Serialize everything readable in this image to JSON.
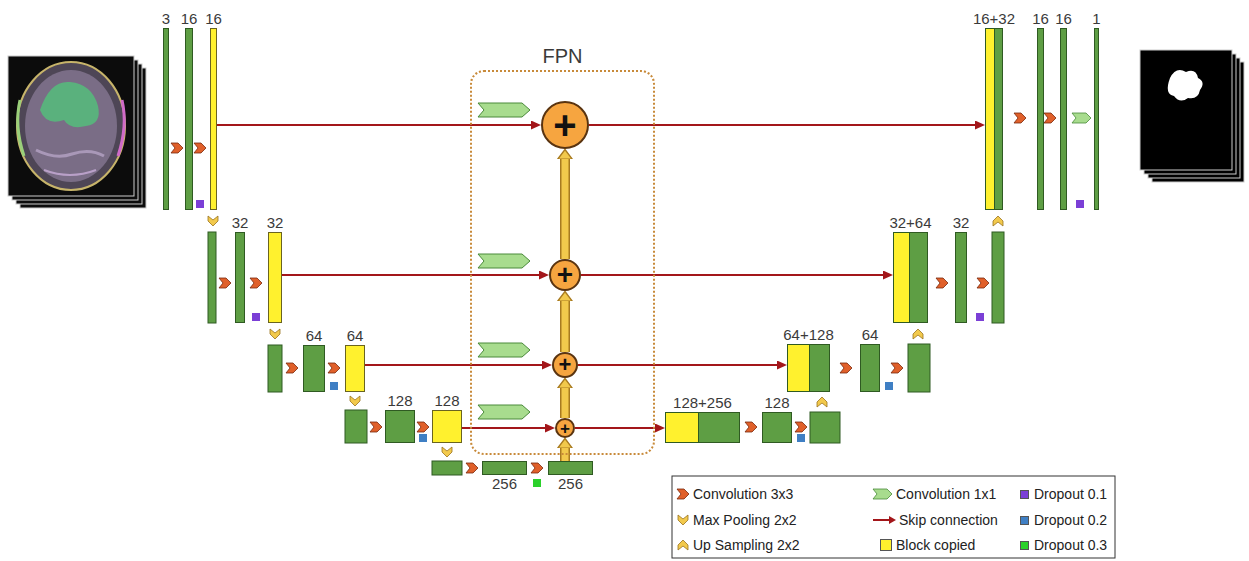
{
  "diagram": {
    "nodes": [
      {
        "text": [
          "3"
        ]
      },
      {
        "text": [
          "16"
        ]
      },
      {
        "text": [
          "16"
        ]
      },
      {
        "text": [
          "32"
        ]
      },
      {
        "text": [
          "32"
        ]
      },
      {
        "text": [
          "64"
        ]
      },
      {
        "text": [
          "64"
        ]
      },
      {
        "text": [
          "128"
        ]
      },
      {
        "text": [
          "128"
        ]
      },
      {
        "text": [
          "256"
        ]
      },
      {
        "text": [
          "256"
        ]
      },
      {
        "text": [
          "FPN"
        ]
      },
      {
        "text": [
          "+"
        ],
        "in": 11
      },
      {
        "text": [
          "+"
        ],
        "in": 11
      },
      {
        "text": [
          "+"
        ],
        "in": 11
      },
      {
        "text": [
          "+"
        ],
        "in": 11
      },
      {
        "text": [
          "16+32"
        ]
      },
      {
        "text": [
          "16"
        ]
      },
      {
        "text": [
          "16"
        ]
      },
      {
        "text": [
          "1"
        ]
      },
      {
        "text": [
          "32+64"
        ]
      },
      {
        "text": [
          "32"
        ]
      },
      {
        "text": [
          "64+128"
        ]
      },
      {
        "text": [
          "64"
        ]
      },
      {
        "text": [
          "128+256"
        ]
      },
      {
        "text": [
          "128"
        ]
      }
    ],
    "edges": [
      {
        "from": 2,
        "to": 12,
        "arrow": "to"
      },
      {
        "from": 12,
        "to": 16,
        "arrow": "to"
      },
      {
        "from": 4,
        "to": 13,
        "arrow": "to"
      },
      {
        "from": 13,
        "to": 20,
        "arrow": "to"
      },
      {
        "from": 6,
        "to": 14,
        "arrow": "to"
      },
      {
        "from": 14,
        "to": 22,
        "arrow": "to"
      },
      {
        "from": 8,
        "to": 15,
        "arrow": "to"
      },
      {
        "from": 15,
        "to": 24,
        "arrow": "to"
      },
      {
        "from": 10,
        "to": 15,
        "arrow": "to"
      },
      {
        "from": 15,
        "to": 14,
        "arrow": "to"
      },
      {
        "from": 14,
        "to": 13,
        "arrow": "to"
      },
      {
        "from": 13,
        "to": 12,
        "arrow": "to"
      }
    ],
    "legend": [
      {
        "text": "Convolution 3x3"
      },
      {
        "text": "Convolution 1x1"
      },
      {
        "text": "Dropout 0.1",
        "color": "#7b3fd6"
      },
      {
        "text": "Max Pooling 2x2"
      },
      {
        "text": "Skip connection"
      },
      {
        "text": "Dropout 0.2",
        "color": "#3f7fc4"
      },
      {
        "text": "Up Sampling 2x2"
      },
      {
        "text": "Block copied",
        "color": "#fff12e"
      },
      {
        "text": "Dropout 0.3",
        "color": "#2bd12b"
      }
    ]
  }
}
